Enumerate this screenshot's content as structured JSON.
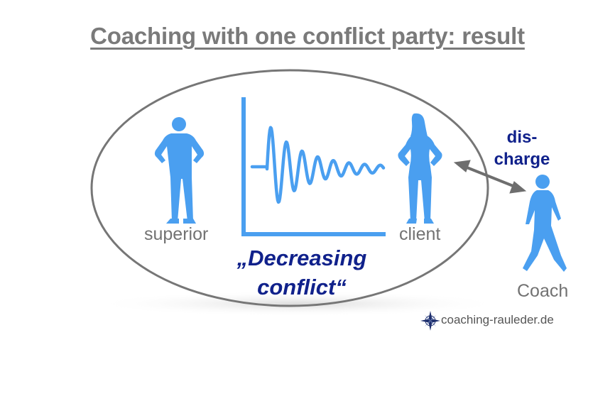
{
  "title": "Coaching with one conflict party: result",
  "labels": {
    "superior": "superior",
    "client": "client",
    "coach": "Coach"
  },
  "discharge": {
    "line1": "dis-",
    "line2": "charge"
  },
  "result": {
    "line1": "„Decreasing",
    "line2": "conflict“"
  },
  "brand": {
    "text": "coaching-rauleder.de",
    "icon": "compass-rose-icon"
  },
  "colors": {
    "figure_blue": "#4a9ff0",
    "text_dark_blue": "#10218b",
    "gray_text": "#727272",
    "ellipse_stroke": "#767676"
  }
}
